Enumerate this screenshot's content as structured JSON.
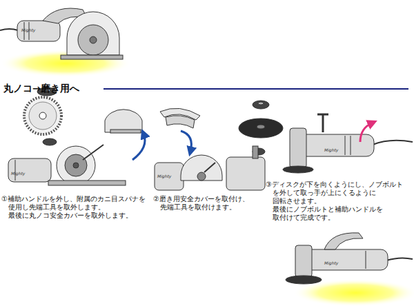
{
  "diagram": {
    "title": "丸ノコ→磨き用へ",
    "labels": [
      "Mighty",
      "①補助ハンドルを外し、附属のカニ目スパナを 使用し先端工具を取外します。 最後に丸ノコ安全カバーを取外します。",
      "Mighty",
      "②磨き用安全カバーを取付け、 先端工具を取付けます。",
      "Mighty",
      "Mighty",
      "③ディスクが下を向くようにし、ノブボルト を外して取っ手が上にくるように 回転させます。 最後にノブボルトと補助ハンドルを 取付けて完成です。",
      "Mighty"
    ]
  }
}
